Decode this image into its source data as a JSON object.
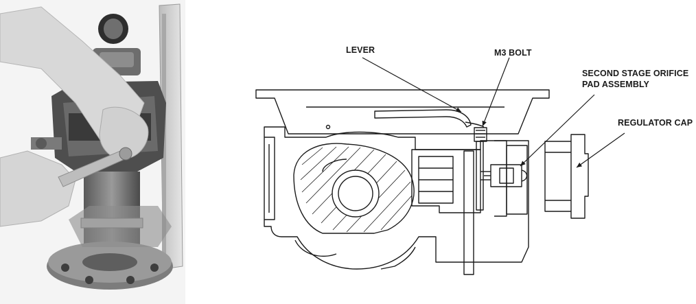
{
  "labels": {
    "lever": "LEVER",
    "m3_bolt": "M3 BOLT",
    "second_stage_line1": "SECOND STAGE ORIFICE",
    "second_stage_line2": "PAD ASSEMBLY",
    "regulator_cap": "REGULATOR CAP"
  },
  "colors": {
    "line": "#1a1a1a",
    "photo_background": "#f2f2f2",
    "photo_metal": "#8a8a8a",
    "photo_dark": "#3c3c3c",
    "skin": "#d9d9d9"
  }
}
